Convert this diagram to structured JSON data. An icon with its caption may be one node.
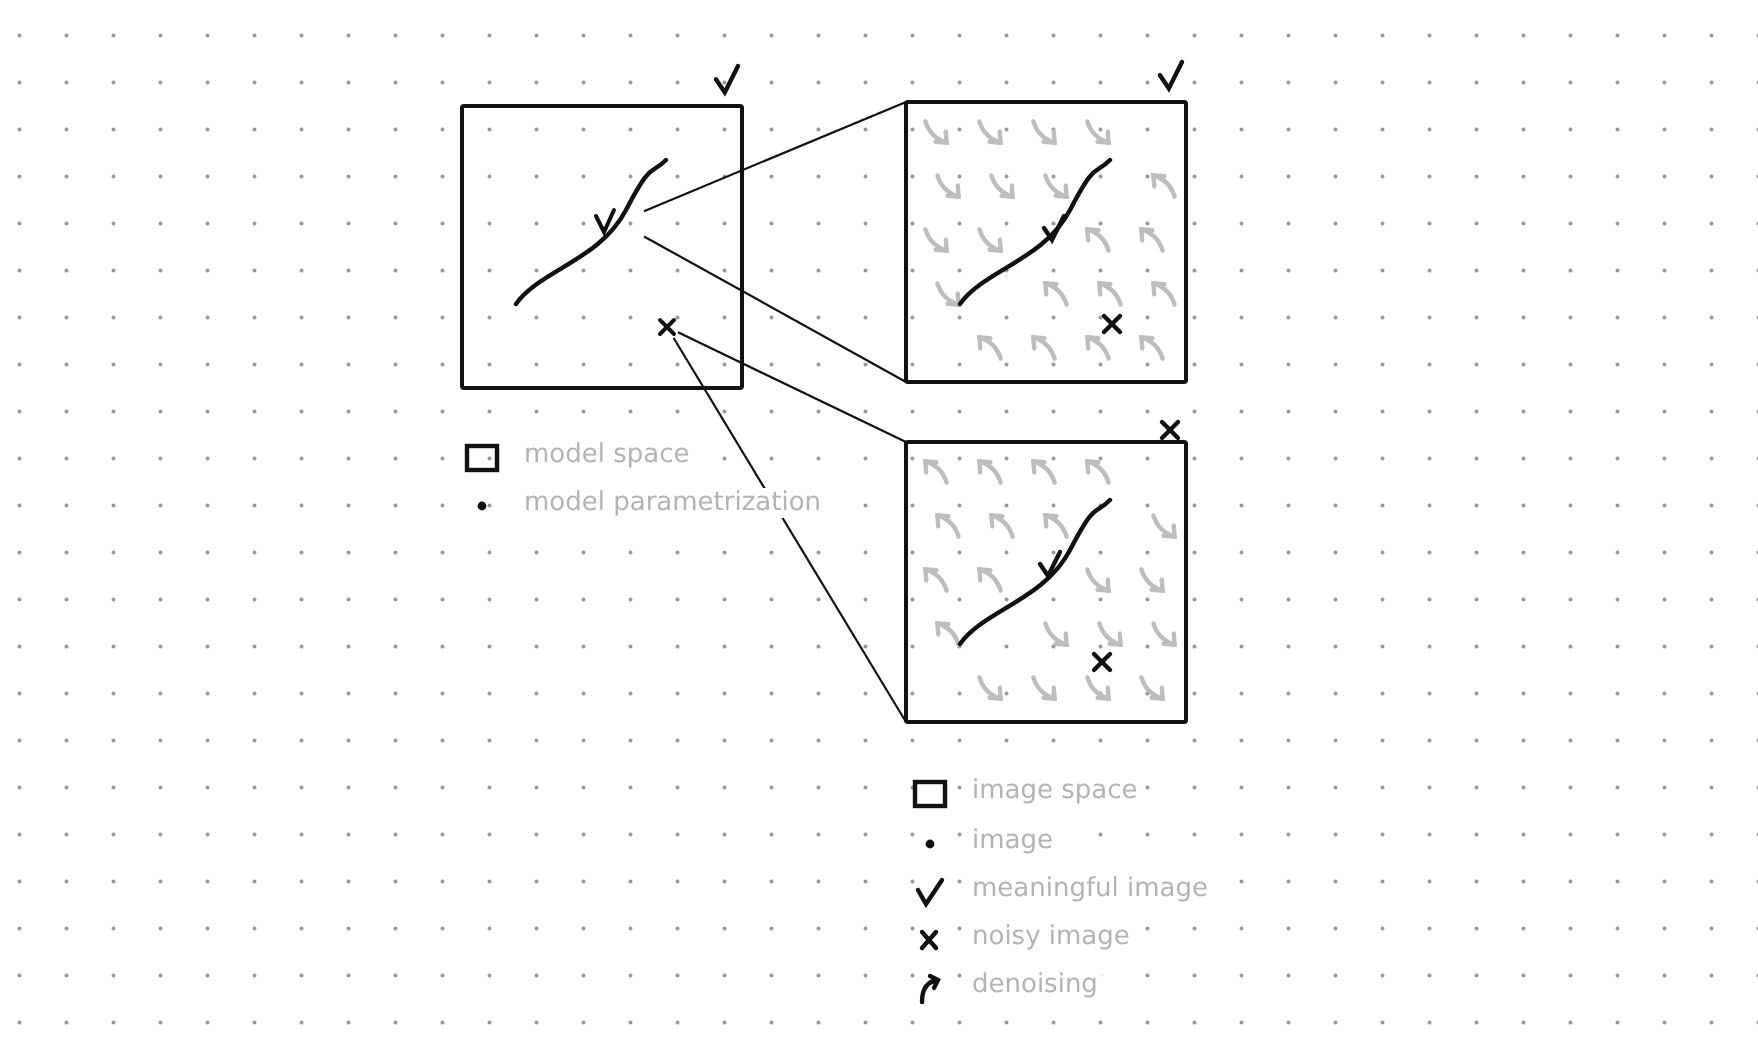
{
  "diagram": {
    "nodes": [
      {
        "text": [],
        "shape": "box"
      },
      {
        "text": [],
        "shape": "tick",
        "in": 0
      },
      {
        "text": [],
        "shape": "cross",
        "in": 0
      },
      {
        "text": [],
        "shape": "box"
      },
      {
        "text": [],
        "shape": "box"
      }
    ],
    "edges": [
      {
        "from": 1,
        "to": 3,
        "arrow": "none"
      },
      {
        "from": 1,
        "to": 3,
        "arrow": "none"
      },
      {
        "from": 2,
        "to": 4,
        "arrow": "none"
      },
      {
        "from": 2,
        "to": 4,
        "arrow": "none"
      }
    ],
    "legend": [
      {
        "text": "model space"
      },
      {
        "text": "model parametrization"
      },
      {
        "text": "image space"
      },
      {
        "text": "image"
      },
      {
        "text": "meaningful image"
      },
      {
        "text": "noisy image"
      },
      {
        "text": "denoising"
      }
    ]
  }
}
